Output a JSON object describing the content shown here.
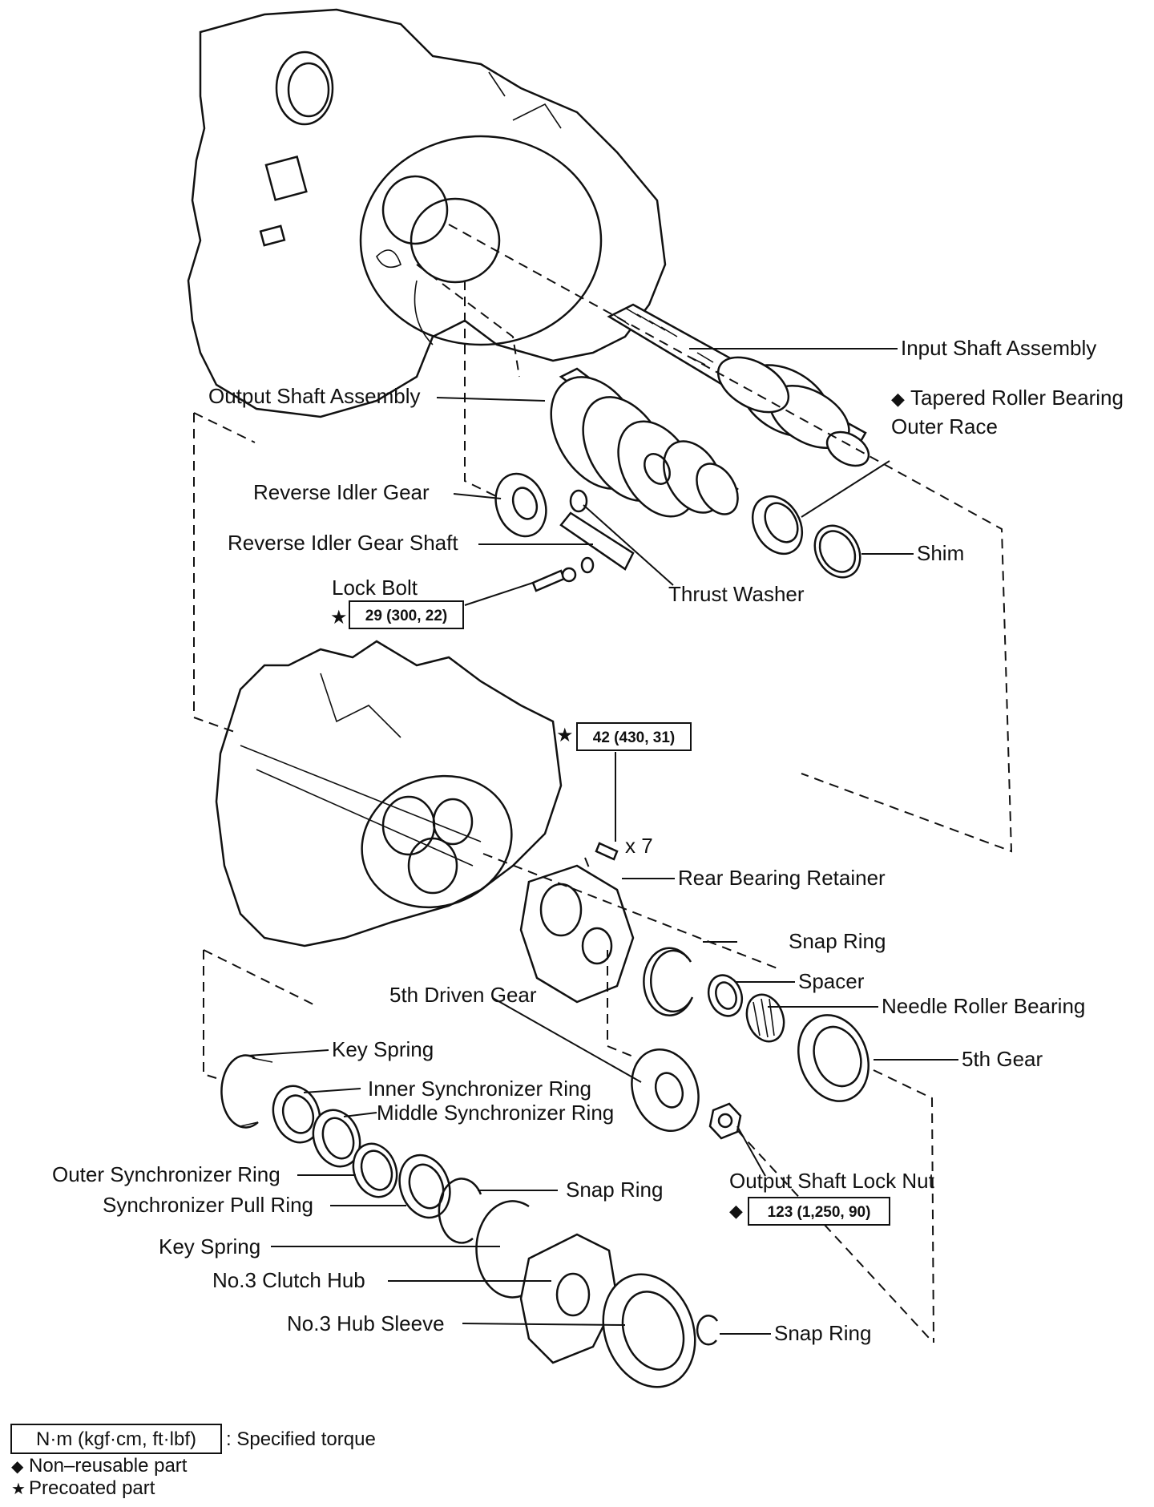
{
  "labels": {
    "input_shaft_assembly": "Input Shaft Assembly",
    "tapered_roller_bearing": "Tapered Roller Bearing",
    "outer_race": "Outer Race",
    "output_shaft_assembly": "Output Shaft Assembly",
    "reverse_idler_gear": "Reverse Idler Gear",
    "reverse_idler_gear_shaft": "Reverse Idler Gear Shaft",
    "shim": "Shim",
    "lock_bolt": "Lock Bolt",
    "thrust_washer": "Thrust Washer",
    "x7": "x 7",
    "rear_bearing_retainer": "Rear Bearing Retainer",
    "snap_ring_1": "Snap Ring",
    "spacer": "Spacer",
    "fifth_driven_gear": "5th Driven Gear",
    "needle_roller_bearing": "Needle Roller Bearing",
    "key_spring_1": "Key Spring",
    "fifth_gear": "5th Gear",
    "inner_synchronizer_ring": "Inner Synchronizer Ring",
    "middle_synchronizer_ring": "Middle Synchronizer Ring",
    "outer_synchronizer_ring": "Outer Synchronizer Ring",
    "snap_ring_2": "Snap Ring",
    "output_shaft_lock_nut": "Output Shaft Lock Nut",
    "synchronizer_pull_ring": "Synchronizer Pull Ring",
    "key_spring_2": "Key Spring",
    "no3_clutch_hub": "No.3 Clutch Hub",
    "no3_hub_sleeve": "No.3 Hub Sleeve",
    "snap_ring_3": "Snap Ring"
  },
  "torque": {
    "lock_bolt": "29 (300, 22)",
    "retainer_bolts": "42 (430, 31)",
    "lock_nut": "123 (1,250, 90)"
  },
  "symbols": {
    "diamond": "◆",
    "star": "★"
  },
  "legend": {
    "torque_units": "N·m (kgf·cm, ft·lbf)",
    "torque_desc": ": Specified torque",
    "non_reusable": "Non–reusable part",
    "precoated": "Precoated part"
  }
}
